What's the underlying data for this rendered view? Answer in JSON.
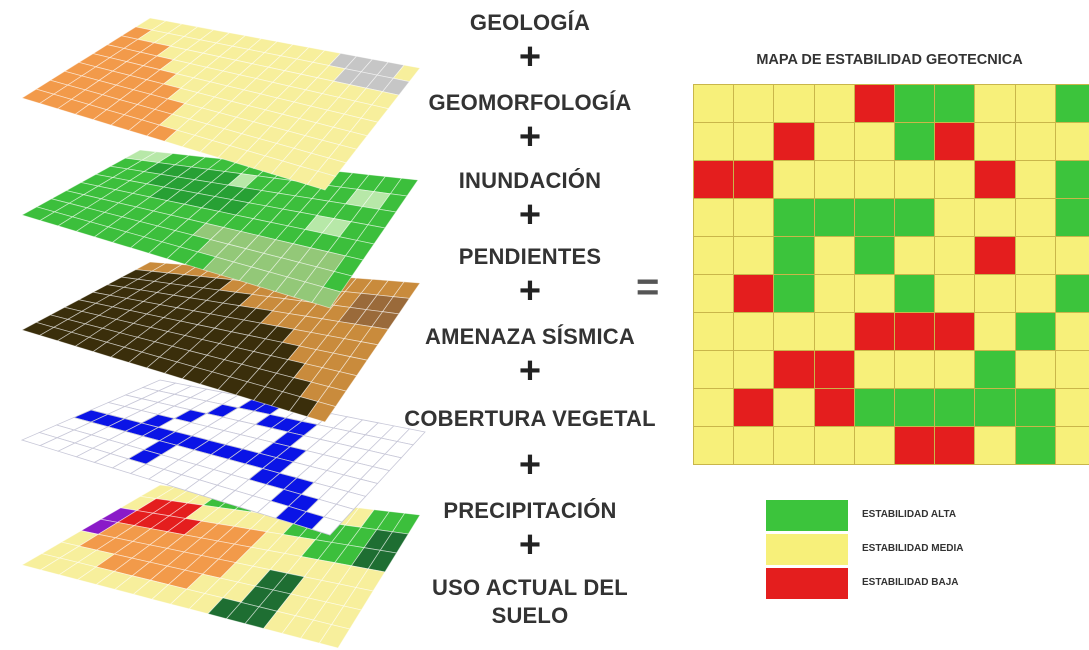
{
  "factors": [
    "GEOLOGÍA",
    "GEOMORFOLOGÍA",
    "INUNDACIÓN",
    "PENDIENTES",
    "AMENAZA SÍSMICA",
    "COBERTURA VEGETAL",
    "PRECIPITACIÓN",
    "USO ACTUAL DEL SUELO"
  ],
  "plus_symbol": "+",
  "equals_symbol": "=",
  "result": {
    "title": "MAPA DE ESTABILIDAD GEOTECNICA",
    "grid": [
      "YYYYRGGYYG",
      "YYRYYGRYYY",
      "RRYYYYYRYG",
      "YYGGGGYYYG",
      "YYGYGYYRYY",
      "YRGYYGYYYG",
      "YYYYRRRYGY",
      "YYRRYYYGYY",
      "YRYRGGGGGY",
      "YYYYYRRYGY"
    ],
    "colors": {
      "G": "#3cc43c",
      "Y": "#f7f07a",
      "R": "#e41e1e"
    }
  },
  "legend": [
    {
      "label": "ESTABILIDAD ALTA",
      "color": "#3cc43c"
    },
    {
      "label": "ESTABILIDAD MEDIA",
      "color": "#f7f07a"
    },
    {
      "label": "ESTABILIDAD BAJA",
      "color": "#e41e1e"
    }
  ],
  "layers": [
    {
      "name": "geologia-geomorfologia",
      "grid": [
        "YYYYYYYYYYYYGGGGY",
        "OYYYYYYYYYYYYGGGG",
        "OOOYYYYYYYYYYYYYY",
        "OOOOYYYYYYYYYYYYY",
        "OOOOOYYYYYYYYYYYY",
        "OOOOOOYYYYYYYYYYY",
        "OOOOOOOYYYYYYYYYY",
        "OOOOOOOYYYYYYYYYY",
        "OOOOOOOOYYYYYYYYY"
      ],
      "colors": {
        "Y": "#f7ef9c",
        "O": "#f29a4a",
        "G": "#c6c6c6"
      }
    },
    {
      "name": "inundacion",
      "grid": [
        "LLGGGGGGGGGGGGGGG",
        "GGDDDDDLGGGGGGLLG",
        "GGGDDDDDDGGGGGGGG",
        "GGGGDDDDDGGGGLLGG",
        "GGGGGGGGGGGGGGGGG",
        "GGGGGGGGPPPPPPPPG",
        "GGGGGGGGGPPPPPPPG",
        "GGGGGGGGGGPPPPPPP"
      ],
      "colors": {
        "G": "#3cbf3c",
        "D": "#27a034",
        "L": "#b7e8a8",
        "P": "#93c878"
      }
    },
    {
      "name": "pendientes",
      "grid": [
        "BBBBBBBBBBBBBBBBB",
        "KKKKKKBBBBBBBBbbb",
        "KKKKKKKKBBBBBBbbb",
        "KKKKKKKKKKBBBBBBB",
        "KKKKKKKKKKKKBBBBB",
        "KKKKKKKKKKKKKBBBB",
        "KKKKKKKKKKKKKKBBB",
        "KKKKKKKKKKKKKKKBB",
        "KKKKKKKKKKKKKKKKB"
      ],
      "colors": {
        "B": "#c98b3c",
        "K": "#3a2e0b",
        "b": "#9a6a3a"
      }
    },
    {
      "name": "cobertura",
      "grid": [
        "WWWWWWBBWWWWWWWWW",
        "WWWWWBWWBBBWWWWWW",
        "WWWWBWWWWWBWWWWWW",
        "WWWBWWWWWWBBWWWWW",
        "BBBBBBBBBBBBWWWWW",
        "WWWWWBWWWWWBBBWWW",
        "WWWWWBWWWWWWWBBWW",
        "WWWWWWWWWWWWWWBBW"
      ],
      "colors": {
        "W": "#ffffff",
        "B": "#0a14e6"
      }
    },
    {
      "name": "uso-suelo",
      "grid": [
        "YYYYGGGYYYYYYYGGG",
        "YRRRYYYYYYGGGGGDD",
        "PRRRROOOOYYYGGGDD",
        "POOOOOOOOYYYYYYYY",
        "YOOOOOOOOYYDDYYYY",
        "YYYOOOOOYYYDDYYYY",
        "YYYYYYYYYYDDDYYYY"
      ],
      "colors": {
        "Y": "#f7ef9c",
        "O": "#f29a4a",
        "R": "#e41e1e",
        "P": "#8a1ac8",
        "G": "#3cbf3c",
        "D": "#1e6e32"
      }
    }
  ]
}
